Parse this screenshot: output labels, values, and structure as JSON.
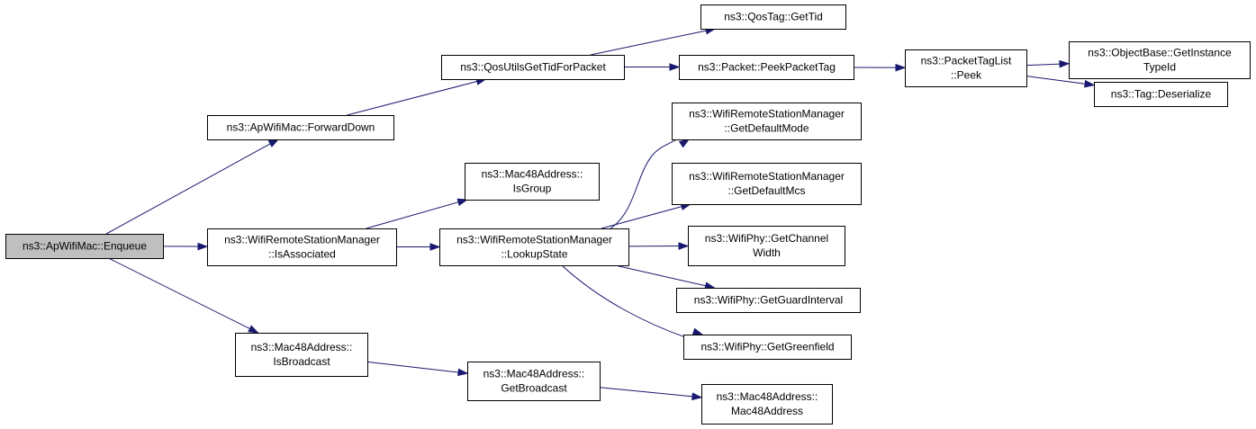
{
  "diagram": {
    "nodes": [
      {
        "id": "enqueue",
        "lines": [
          "ns3::ApWifiMac::Enqueue"
        ],
        "root": true
      },
      {
        "id": "forwarddown",
        "lines": [
          "ns3::ApWifiMac::ForwardDown"
        ]
      },
      {
        "id": "isassociated",
        "lines": [
          "ns3::WifiRemoteStationManager",
          "::IsAssociated"
        ]
      },
      {
        "id": "isbroadcast",
        "lines": [
          "ns3::Mac48Address::",
          "IsBroadcast"
        ]
      },
      {
        "id": "qosutils",
        "lines": [
          "ns3::QosUtilsGetTidForPacket"
        ]
      },
      {
        "id": "isgroup",
        "lines": [
          "ns3::Mac48Address::",
          "IsGroup"
        ]
      },
      {
        "id": "lookupstate",
        "lines": [
          "ns3::WifiRemoteStationManager",
          "::LookupState"
        ]
      },
      {
        "id": "getbroadcast",
        "lines": [
          "ns3::Mac48Address::",
          "GetBroadcast"
        ]
      },
      {
        "id": "gettid",
        "lines": [
          "ns3::QosTag::GetTid"
        ]
      },
      {
        "id": "peekpackettag",
        "lines": [
          "ns3::Packet::PeekPacketTag"
        ]
      },
      {
        "id": "getdefaultmode",
        "lines": [
          "ns3::WifiRemoteStationManager",
          "::GetDefaultMode"
        ]
      },
      {
        "id": "getdefaultmcs",
        "lines": [
          "ns3::WifiRemoteStationManager",
          "::GetDefaultMcs"
        ]
      },
      {
        "id": "getchannelwidth",
        "lines": [
          "ns3::WifiPhy::GetChannel",
          "Width"
        ]
      },
      {
        "id": "getguardinterval",
        "lines": [
          "ns3::WifiPhy::GetGuardInterval"
        ]
      },
      {
        "id": "getgreenfield",
        "lines": [
          "ns3::WifiPhy::GetGreenfield"
        ]
      },
      {
        "id": "mac48address",
        "lines": [
          "ns3::Mac48Address::",
          "Mac48Address"
        ]
      },
      {
        "id": "peek",
        "lines": [
          "ns3::PacketTagList",
          "::Peek"
        ]
      },
      {
        "id": "getinstancetypeid",
        "lines": [
          "ns3::ObjectBase::GetInstance",
          "TypeId"
        ]
      },
      {
        "id": "deserialize",
        "lines": [
          "ns3::Tag::Deserialize"
        ]
      }
    ],
    "edges": [
      {
        "from": "enqueue",
        "to": "forwarddown"
      },
      {
        "from": "enqueue",
        "to": "isassociated"
      },
      {
        "from": "enqueue",
        "to": "isbroadcast"
      },
      {
        "from": "forwarddown",
        "to": "qosutils"
      },
      {
        "from": "isassociated",
        "to": "isgroup"
      },
      {
        "from": "isassociated",
        "to": "lookupstate"
      },
      {
        "from": "isbroadcast",
        "to": "getbroadcast"
      },
      {
        "from": "qosutils",
        "to": "gettid"
      },
      {
        "from": "qosutils",
        "to": "peekpackettag"
      },
      {
        "from": "lookupstate",
        "to": "getdefaultmode"
      },
      {
        "from": "lookupstate",
        "to": "getdefaultmcs"
      },
      {
        "from": "lookupstate",
        "to": "getchannelwidth"
      },
      {
        "from": "lookupstate",
        "to": "getguardinterval"
      },
      {
        "from": "lookupstate",
        "to": "getgreenfield"
      },
      {
        "from": "getbroadcast",
        "to": "mac48address"
      },
      {
        "from": "peekpackettag",
        "to": "peek"
      },
      {
        "from": "peek",
        "to": "getinstancetypeid"
      },
      {
        "from": "peek",
        "to": "deserialize"
      }
    ],
    "colors": {
      "root_fill": "#bfbfbf",
      "node_fill": "#ffffff",
      "node_border": "#000000",
      "edge": "#191970"
    }
  }
}
